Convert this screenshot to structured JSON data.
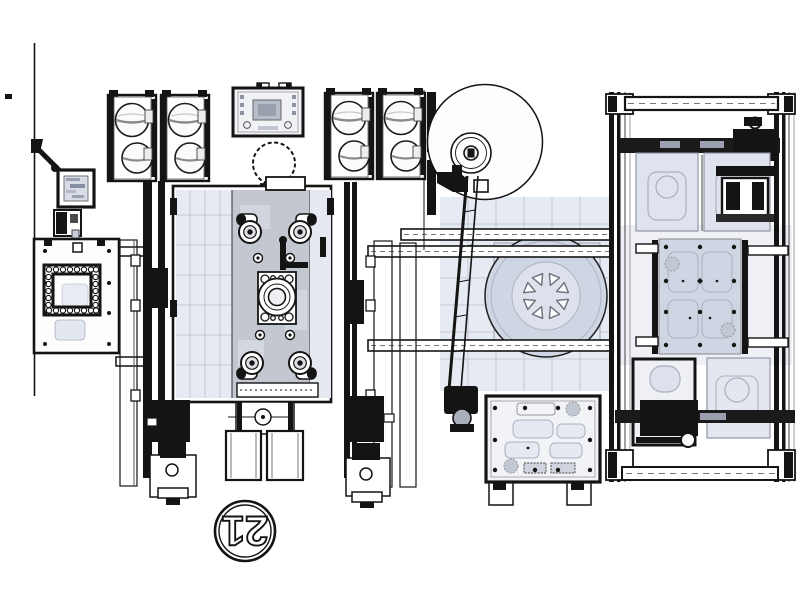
{
  "page": {
    "background": "#ffffff"
  },
  "drawing": {
    "balloon_label": "21",
    "colors": {
      "line": "#141414",
      "line_soft": "#555555",
      "ghost_fill": "#cfd6e3",
      "ghost_fill_light": "#e6eaf2",
      "ghost_stroke": "#99a0ae",
      "panel_fill": "#f2f3f7",
      "metal_gray": "#c2c7d0",
      "background": "#ffffff"
    },
    "components": {
      "wall": "boundary-wall",
      "hmi": "hmi-panel",
      "fixture_plate": "fixture-plate",
      "roller_units": [
        "roller-unit-1",
        "roller-unit-2",
        "roller-unit-3",
        "roller-unit-4"
      ],
      "control_box": "junction-box",
      "dashed_ring": "reference-ring",
      "reel": "film-reel",
      "dancer_arm": "dancer-arm",
      "turntable": "turntable",
      "press": "central-press-module",
      "rails": "linear-rails",
      "gantry": "gantry-frame",
      "pallet": "pallet-plate",
      "balloon": "detail-balloon-21"
    }
  }
}
